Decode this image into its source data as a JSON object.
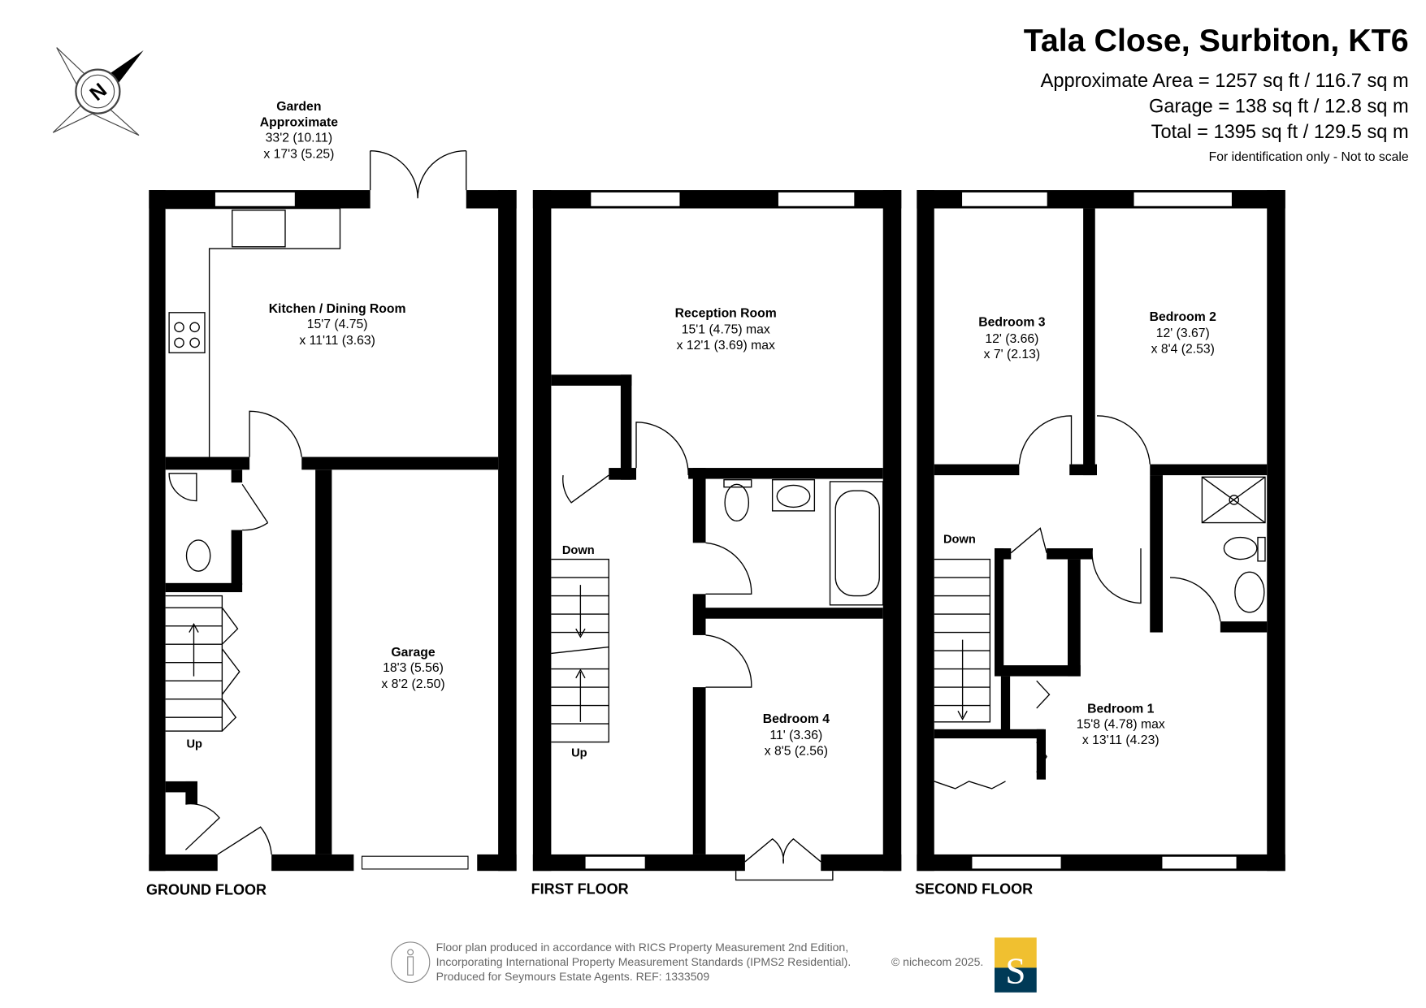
{
  "header": {
    "title": "Tala Close, Surbiton, KT6",
    "approx_area": "Approximate Area = 1257 sq ft / 116.7 sq m",
    "garage_area": "Garage = 138 sq ft / 12.8 sq m",
    "total_area": "Total = 1395 sq ft / 129.5 sq m",
    "disclaimer": "For identification only - Not to scale"
  },
  "compass": {
    "label": "N"
  },
  "garden": {
    "name1": "Garden",
    "name2": "Approximate",
    "dim1": "33'2 (10.11)",
    "dim2": "x 17'3 (5.25)"
  },
  "ground_floor": {
    "label": "GROUND FLOOR",
    "kitchen": {
      "name": "Kitchen / Dining Room",
      "dim1": "15'7 (4.75)",
      "dim2": "x 11'11 (3.63)"
    },
    "garage": {
      "name": "Garage",
      "dim1": "18'3 (5.56)",
      "dim2": "x 8'2 (2.50)"
    },
    "stairs": "Up"
  },
  "first_floor": {
    "label": "FIRST FLOOR",
    "reception": {
      "name": "Reception Room",
      "dim1": "15'1 (4.75) max",
      "dim2": "x 12'1 (3.69) max"
    },
    "bedroom4": {
      "name": "Bedroom 4",
      "dim1": "11' (3.36)",
      "dim2": "x 8'5 (2.56)"
    },
    "stairs_down": "Down",
    "stairs_up": "Up"
  },
  "second_floor": {
    "label": "SECOND FLOOR",
    "bedroom3": {
      "name": "Bedroom 3",
      "dim1": "12' (3.66)",
      "dim2": "x 7' (2.13)"
    },
    "bedroom2": {
      "name": "Bedroom 2",
      "dim1": "12' (3.67)",
      "dim2": "x 8'4 (2.53)"
    },
    "bedroom1": {
      "name": "Bedroom 1",
      "dim1": "15'8 (4.78) max",
      "dim2": "x 13'11 (4.23)"
    },
    "stairs_down": "Down"
  },
  "footer": {
    "line1": "Floor plan produced in accordance with RICS Property Measurement 2nd Edition,",
    "line2": "Incorporating International Property Measurement Standards (IPMS2 Residential).",
    "copyright": "© nichecom 2025.",
    "line3": "Produced for Seymours Estate Agents.   REF: 1333509",
    "logo_letter": "S",
    "logo_colors": {
      "top": "#f0c030",
      "bottom": "#003a57"
    }
  }
}
